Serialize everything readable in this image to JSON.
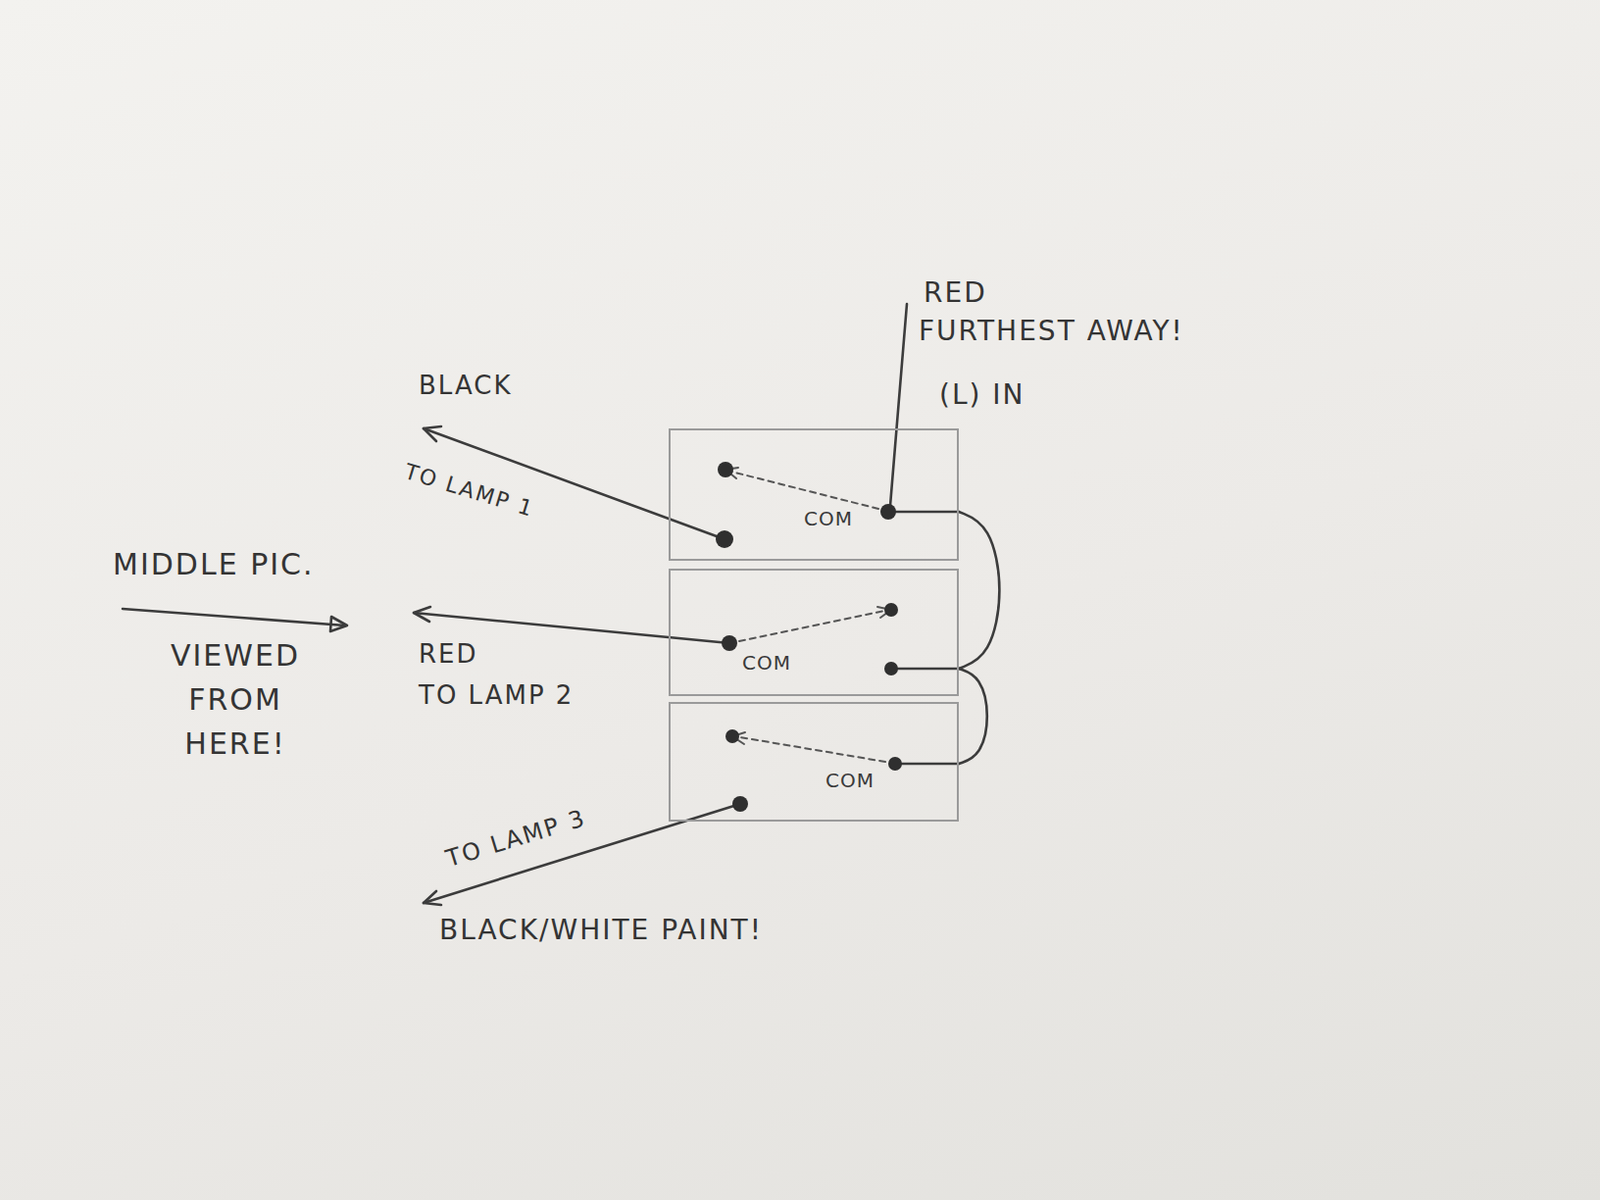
{
  "diagram": {
    "nodes": [
      {
        "text": [
          "COM"
        ]
      },
      {
        "text": [
          "COM"
        ]
      },
      {
        "text": [
          "COM"
        ]
      }
    ],
    "edges": [
      {
        "from": 0,
        "to": 1,
        "arrow": "none"
      },
      {
        "from": 1,
        "to": 2,
        "arrow": "none"
      }
    ],
    "labels": [
      "RED",
      "FURTHEST AWAY!",
      "(L) IN",
      "BLACK",
      "TO LAMP 1",
      "MIDDLE PIC.",
      "VIEWED FROM HERE!",
      "RED",
      "TO LAMP 2",
      "TO LAMP 3",
      "BLACK/WHITE PAINT!"
    ]
  }
}
